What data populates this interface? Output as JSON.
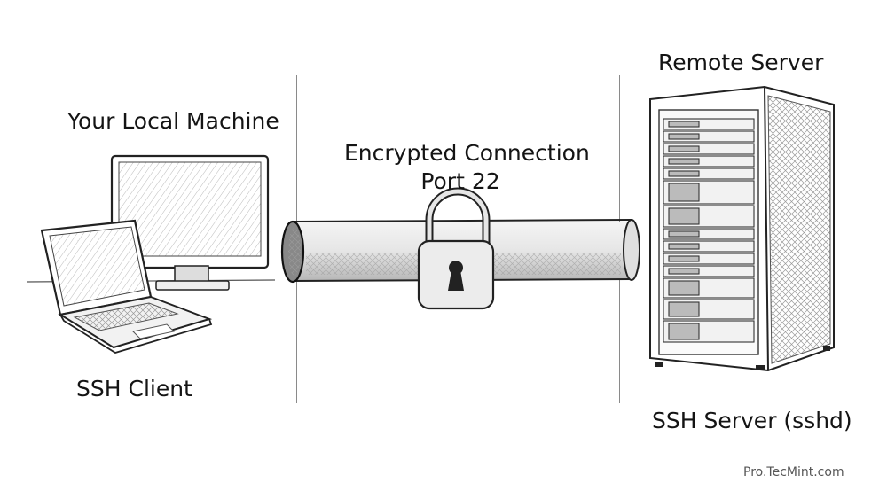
{
  "diagram": {
    "local": {
      "title": "Your Local Machine",
      "role": "SSH Client",
      "icons": [
        "monitor-icon",
        "laptop-icon"
      ]
    },
    "connection": {
      "title": "Encrypted Connection",
      "subtitle": "Port 22",
      "icons": [
        "pipe-icon",
        "padlock-icon"
      ]
    },
    "remote": {
      "title": "Remote Server",
      "role": "SSH Server (sshd)",
      "icons": [
        "server-rack-icon"
      ]
    },
    "watermark": "Pro.TecMint.com"
  }
}
